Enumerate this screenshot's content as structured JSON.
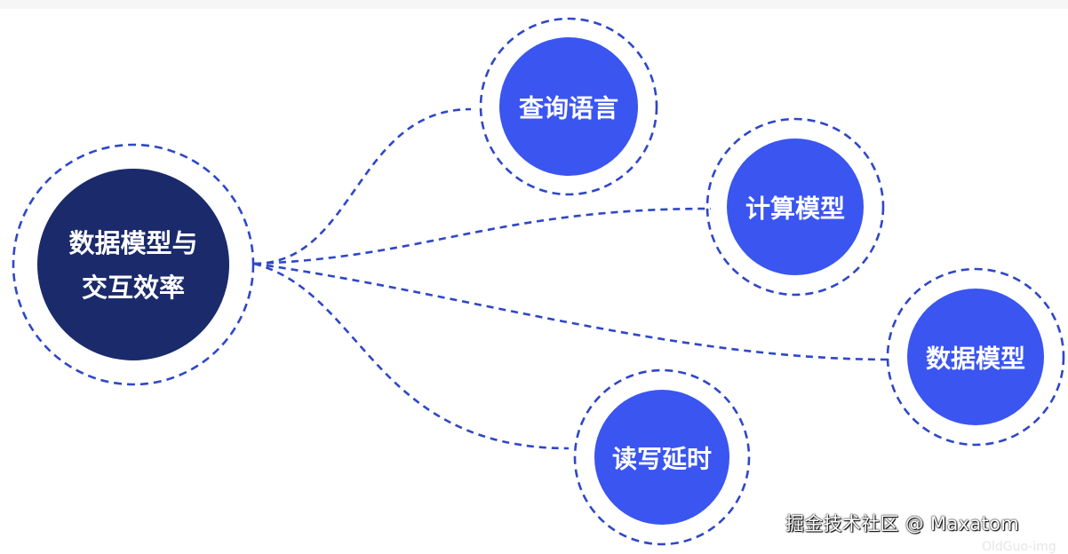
{
  "center_node": {
    "line1": "数据模型与",
    "line2": "交互效率",
    "color": "#1b2a6b"
  },
  "branch_nodes": [
    {
      "label": "查询语言"
    },
    {
      "label": "计算模型"
    },
    {
      "label": "数据模型"
    },
    {
      "label": "读写延时"
    }
  ],
  "colors": {
    "branch_fill": "#3a55f0",
    "dash_stroke": "#2f47c7"
  },
  "watermark": {
    "text": "掘金技术社区 @ Maxatom",
    "sub": "OldGuo-img"
  }
}
